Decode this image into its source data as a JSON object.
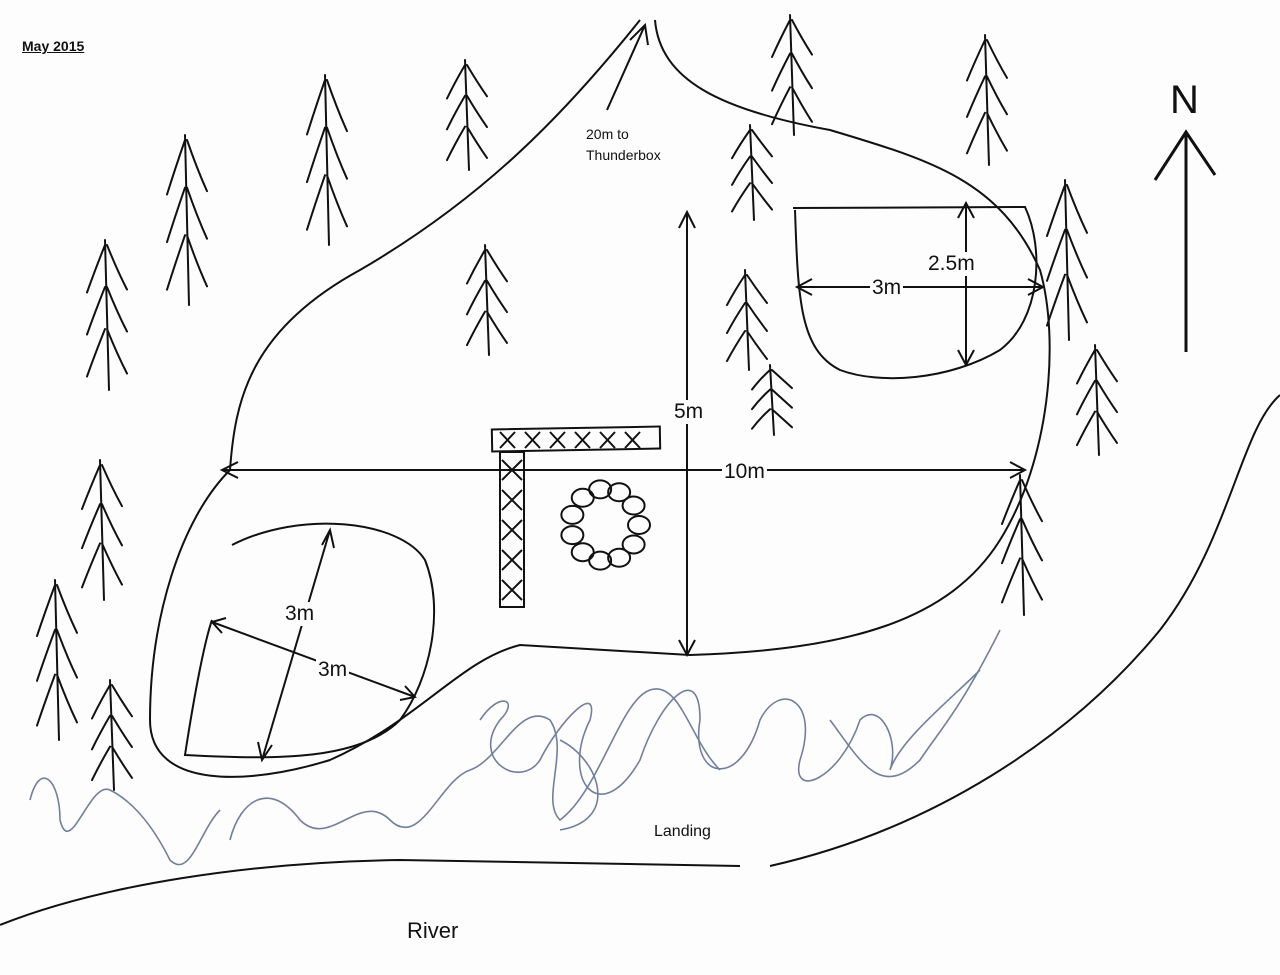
{
  "date": "May 2015",
  "thunderbox_note": {
    "line1": "20m to",
    "line2": "Thunderbox"
  },
  "dimensions": {
    "site_depth": "5m",
    "site_width": "10m",
    "tent_ne_width": "3m",
    "tent_ne_depth": "2.5m",
    "tent_sw_a": "3m",
    "tent_sw_b": "3m"
  },
  "landing_label": "Landing",
  "river_label": "River",
  "north_label": "N",
  "colors": {
    "ink": "#111111",
    "scribble": "#5a6a8c"
  }
}
